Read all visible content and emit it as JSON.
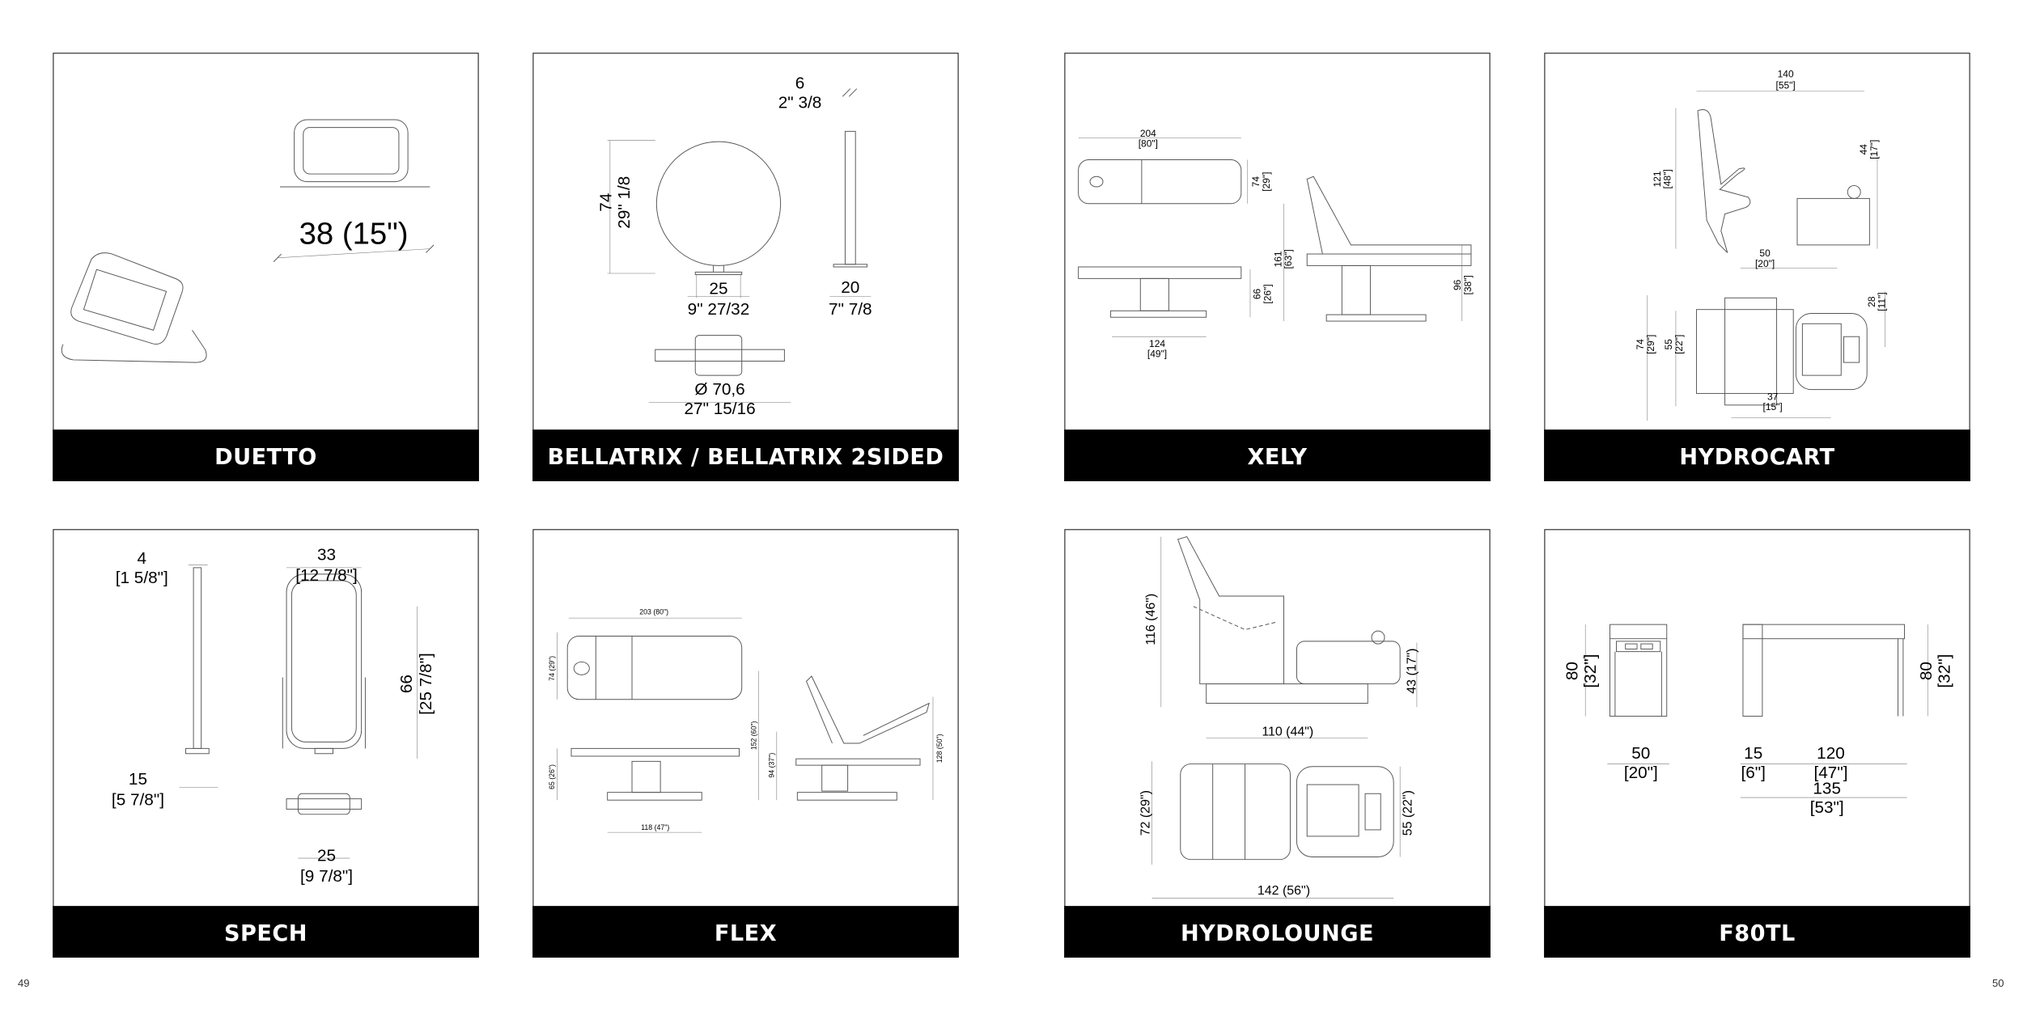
{
  "page_numbers": {
    "left": "49",
    "right": "50"
  },
  "panels": [
    {
      "title": "DUETTO",
      "dims": [
        "38  (15\")"
      ]
    },
    {
      "title": "BELLATRIX / BELLATRIX 2SIDED",
      "dims": [
        "6",
        "2\" 3/8",
        "74",
        "29\" 1/8",
        "25",
        "9\" 27/32",
        "20",
        "7\" 7/8",
        "Ø 70,6",
        "27\" 15/16"
      ]
    },
    {
      "title": "XELY",
      "dims": [
        "204",
        "[80\"]",
        "74",
        "[29\"]",
        "66",
        "[26\"]",
        "124",
        "[49\"]",
        "161",
        "[63\"]",
        "96",
        "[38\"]"
      ]
    },
    {
      "title": "HYDROCART",
      "dims": [
        "140",
        "[55\"]",
        "121",
        "[48\"]",
        "44",
        "[17\"]",
        "50",
        "[20\"]",
        "74",
        "[29\"]",
        "55",
        "[22\"]",
        "28",
        "[11\"]",
        "37",
        "[15\"]"
      ]
    },
    {
      "title": "SPECH",
      "dims": [
        "4",
        "[1 5/8\"]",
        "15",
        "[5 7/8\"]",
        "33",
        "[12 7/8\"]",
        "66",
        "[25 7/8\"]",
        "25",
        "[9 7/8\"]"
      ]
    },
    {
      "title": "FLEX",
      "dims": [
        "203 (80\")",
        "74 (29\")",
        "65 (26\")",
        "118 (47\")",
        "152 (60\")",
        "94 (37\")",
        "128 (50\")"
      ]
    },
    {
      "title": "HYDROLOUNGE",
      "dims": [
        "116 (46\")",
        "43 (17\")",
        "110 (44\")",
        "72 (29\")",
        "55 (22\")",
        "142 (56\")"
      ]
    },
    {
      "title": "F80TL",
      "dims": [
        "80",
        "[32\"]",
        "80",
        "[32\"]",
        "50",
        "[20\"]",
        "15",
        "[6\"]",
        "120",
        "[47\"]",
        "135",
        "[53\"]"
      ]
    }
  ]
}
